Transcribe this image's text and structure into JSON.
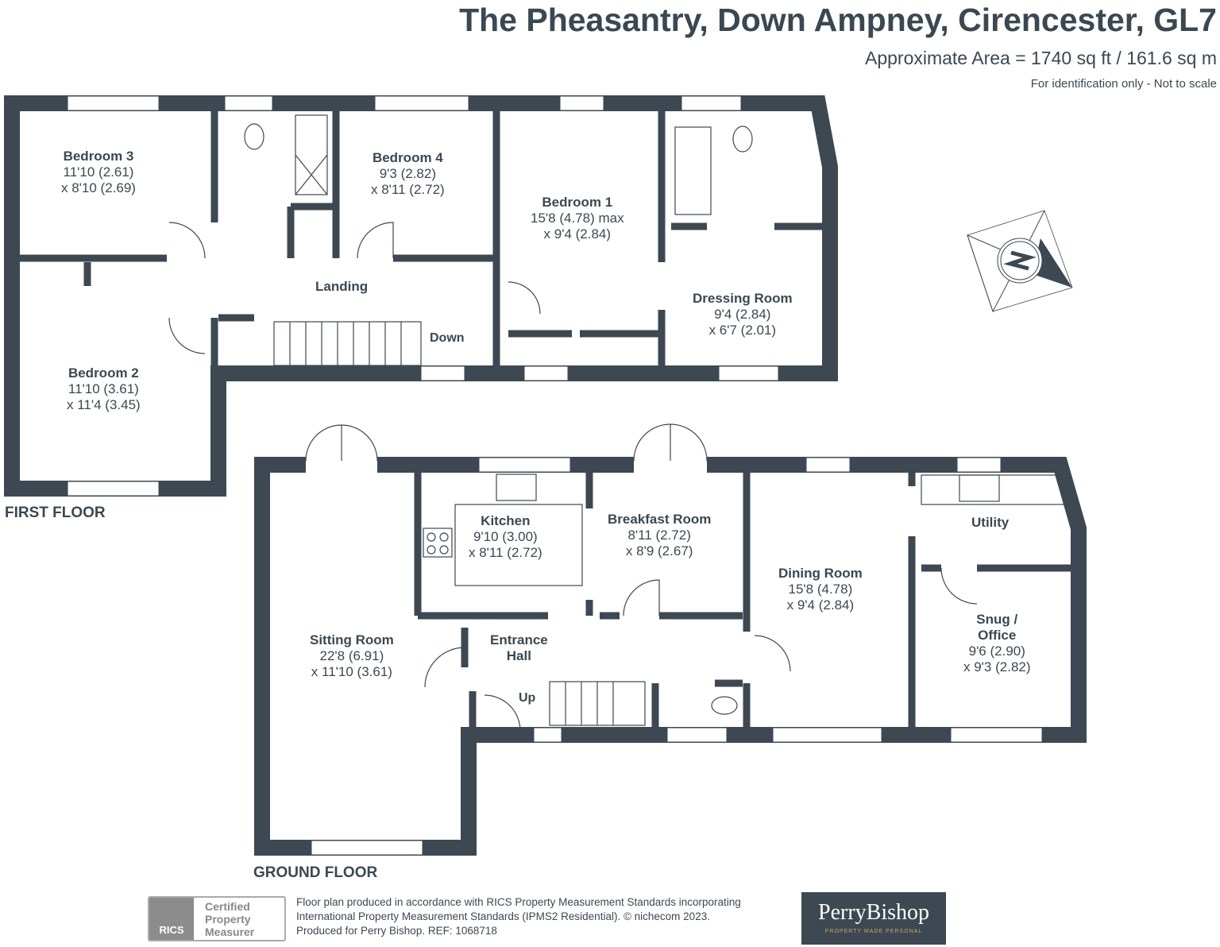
{
  "header": {
    "title": "The Pheasantry, Down Ampney, Cirencester, GL7",
    "area": "Approximate Area = 1740 sq ft / 161.6 sq m",
    "note": "For identification only - Not to scale"
  },
  "floors": {
    "first": "FIRST FLOOR",
    "ground": "GROUND FLOOR"
  },
  "rooms": {
    "bedroom3": {
      "name": "Bedroom 3",
      "d1": "11'10 (2.61)",
      "d2": "x 8'10 (2.69)"
    },
    "bedroom4": {
      "name": "Bedroom 4",
      "d1": "9'3 (2.82)",
      "d2": "x 8'11 (2.72)"
    },
    "bedroom1": {
      "name": "Bedroom 1",
      "d1": "15'8 (4.78) max",
      "d2": "x 9'4 (2.84)"
    },
    "dressing": {
      "name": "Dressing Room",
      "d1": "9'4 (2.84)",
      "d2": "x 6'7 (2.01)"
    },
    "bedroom2": {
      "name": "Bedroom 2",
      "d1": "11'10 (3.61)",
      "d2": "x 11'4 (3.45)"
    },
    "landing": {
      "name": "Landing"
    },
    "down": "Down",
    "kitchen": {
      "name": "Kitchen",
      "d1": "9'10 (3.00)",
      "d2": "x 8'11 (2.72)"
    },
    "breakfast": {
      "name": "Breakfast Room",
      "d1": "8'11 (2.72)",
      "d2": "x 8'9 (2.67)"
    },
    "utility": {
      "name": "Utility"
    },
    "dining": {
      "name": "Dining Room",
      "d1": "15'8 (4.78)",
      "d2": "x 9'4 (2.84)"
    },
    "snug": {
      "name": "Snug /",
      "name2": "Office",
      "d1": "9'6 (2.90)",
      "d2": "x 9'3 (2.82)"
    },
    "sitting": {
      "name": "Sitting Room",
      "d1": "22'8 (6.91)",
      "d2": "x 11'10 (3.61)"
    },
    "hall": {
      "name": "Entrance",
      "name2": "Hall"
    },
    "up": "Up"
  },
  "footer": {
    "rics1": "Certified",
    "rics2": "Property",
    "rics3": "Measurer",
    "rics_logo": "RICS",
    "line1": "Floor plan produced in accordance with RICS Property Measurement Standards incorporating",
    "line2": "International Property Measurement Standards (IPMS2 Residential).   © nichecom 2023.",
    "line3": "Produced for Perry Bishop.   REF: 1068718",
    "brand": "PerryBishop",
    "tagline": "PROPERTY MADE PERSONAL"
  },
  "colors": {
    "wall": "#3d4852",
    "brand_bg": "#3d4852"
  }
}
